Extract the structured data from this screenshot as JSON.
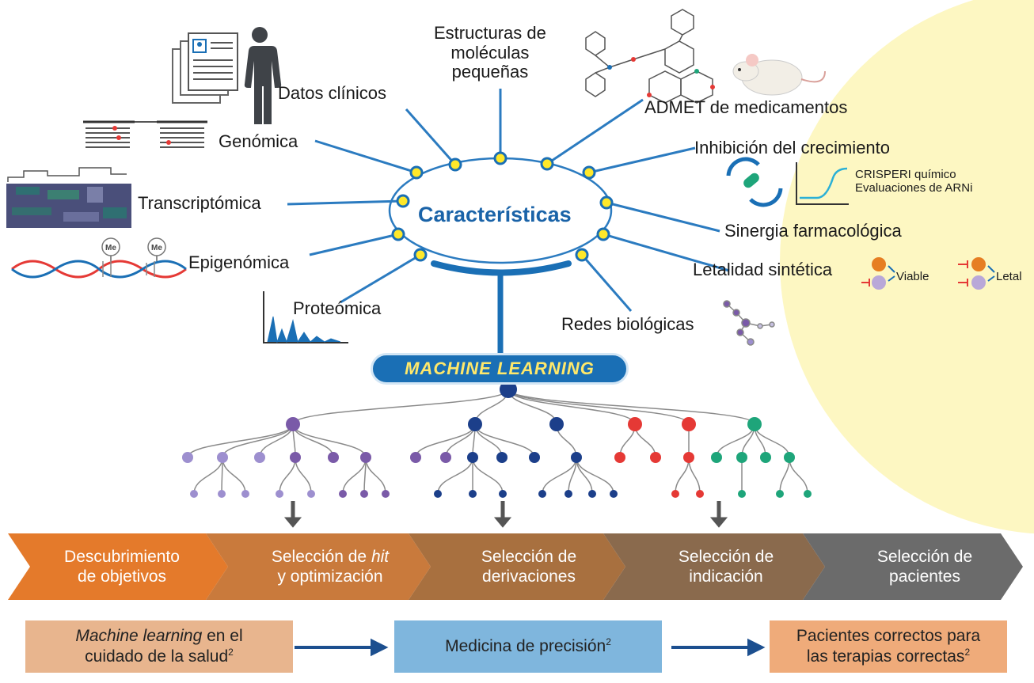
{
  "center_title": "Características",
  "ml_label": "MACHINE LEARNING",
  "features": {
    "clinical": "Datos clínicos",
    "genomics": "Genómica",
    "transcriptomics": "Transcriptómica",
    "epigenomics": "Epigenómica",
    "proteomics": "Proteómica",
    "small_molecules": [
      "Estructuras de",
      "moléculas",
      "pequeñas"
    ],
    "admet": "ADMET de medicamentos",
    "growth": "Inhibición del crecimiento",
    "crispr": [
      "CRISPERI químico",
      "Evaluaciones de ARNi"
    ],
    "synergy": "Sinergia farmacológica",
    "lethality": "Letalidad sintética",
    "viable": "Viable",
    "letal": "Letal",
    "networks": "Redes biológicas",
    "methyl_mark": "Me"
  },
  "stages": [
    {
      "line1": "Descubrimiento",
      "line2": "de objetivos",
      "color": "#e47a2b"
    },
    {
      "line1_a": "Selección de ",
      "line1_b": "hit",
      "line2": "y optimización",
      "color": "#c97a3c"
    },
    {
      "line1": "Selección de",
      "line2": "derivaciones",
      "color": "#a8703f"
    },
    {
      "line1": "Selección de",
      "line2": "indicación",
      "color": "#8a6a4d"
    },
    {
      "line1": "Selección de",
      "line2": "pacientes",
      "color": "#6b6b6b"
    }
  ],
  "outcomes": {
    "box1_italic": "Machine learning",
    "box1_rest1": " en el",
    "box1_line2": "cuidado de la salud",
    "box2": "Medicina de precisión",
    "box3_line1": "Pacientes correctos para",
    "box3_line2": "las terapias correctas",
    "superscript": "2",
    "colors": {
      "box1": "#e8b58e",
      "box2": "#7fb6dd",
      "box3": "#efab7a",
      "arrow": "#1c4f8f"
    }
  },
  "palette": {
    "tree_purple": "#7a5aa8",
    "tree_light_purple": "#9d8fcf",
    "tree_navy": "#1c3f8a",
    "tree_red": "#e53935",
    "tree_green": "#1ea57a",
    "ring": "#2b7bc0",
    "node_fill": "#ffe82a",
    "background_circle": "#fdf7c2"
  }
}
